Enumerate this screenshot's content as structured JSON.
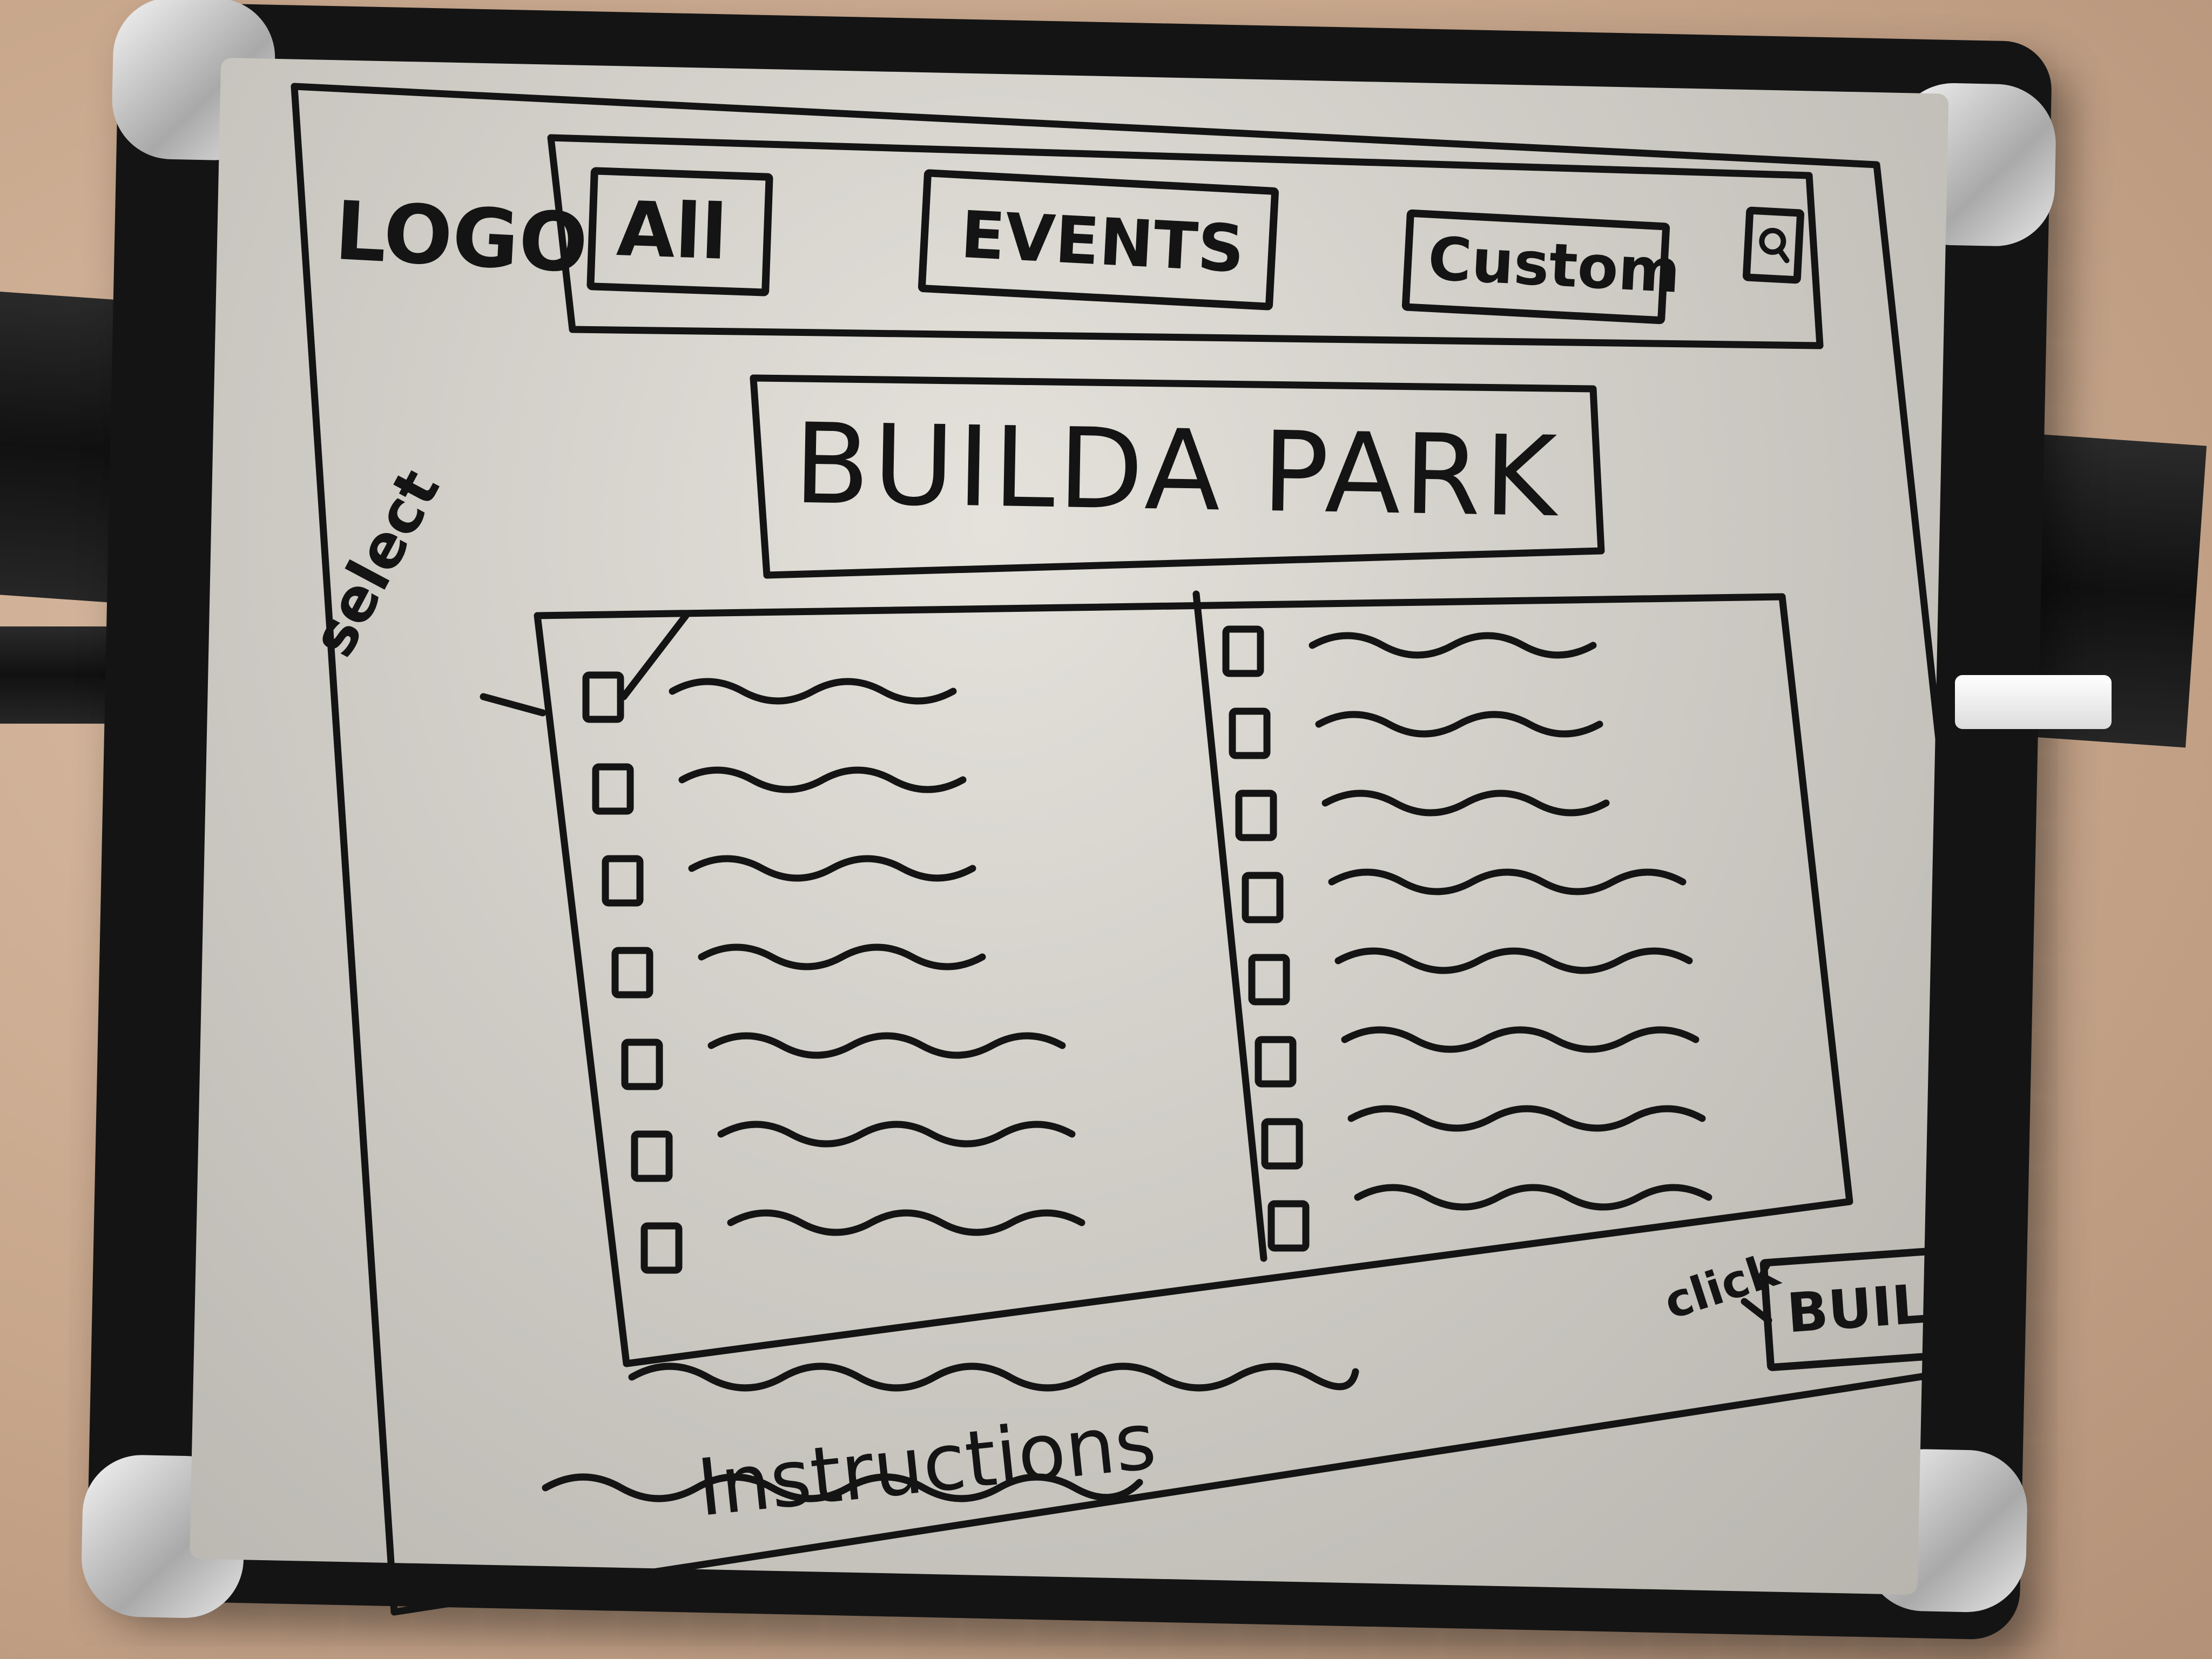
{
  "sketch": {
    "logo": "LOGO",
    "nav": {
      "tab_all": "All",
      "tab_events": "EVENTS",
      "tab_custom": "Custom",
      "search_icon": "search-icon"
    },
    "title": "BUILDA PARK",
    "annotations": {
      "select": "select",
      "click": "click",
      "instructions": "Instructions"
    },
    "build_button": "BUILD",
    "list_left_count": 7,
    "list_right_count": 8
  }
}
